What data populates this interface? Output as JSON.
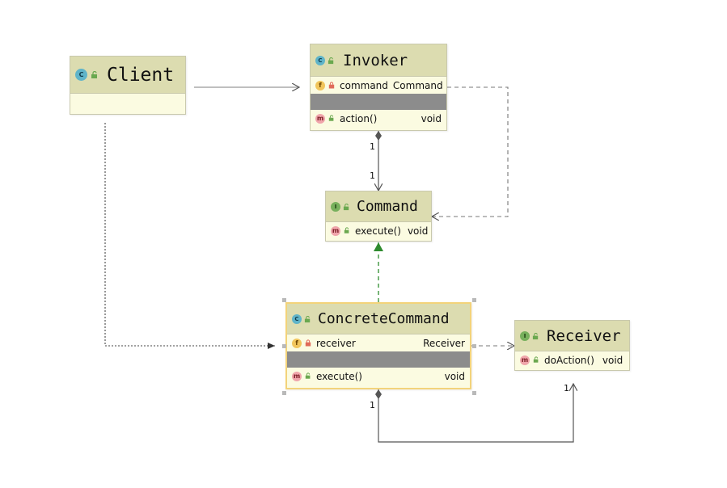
{
  "classes": {
    "client": {
      "name": "Client",
      "badge": "C"
    },
    "invoker": {
      "name": "Invoker",
      "badge": "C",
      "field": {
        "badge": "f",
        "name": "command",
        "type": "Command"
      },
      "method": {
        "badge": "m",
        "name": "action()",
        "type": "void"
      }
    },
    "command": {
      "name": "Command",
      "badge": "I",
      "method": {
        "badge": "m",
        "name": "execute()",
        "type": "void"
      }
    },
    "concrete": {
      "name": "ConcreteCommand",
      "badge": "C",
      "field": {
        "badge": "f",
        "name": "receiver",
        "type": "Receiver"
      },
      "method": {
        "badge": "m",
        "name": "execute()",
        "type": "void"
      }
    },
    "receiver": {
      "name": "Receiver",
      "badge": "I",
      "method": {
        "badge": "m",
        "name": "doAction()",
        "type": "void"
      }
    }
  },
  "multiplicities": {
    "invoker_source": "1",
    "command_target": "1",
    "concrete_source": "1",
    "receiver_target": "1"
  },
  "colors": {
    "header": "#dcdcb0",
    "body": "#fbfbe1",
    "realization": "#2e8b2e",
    "line": "#666666"
  }
}
